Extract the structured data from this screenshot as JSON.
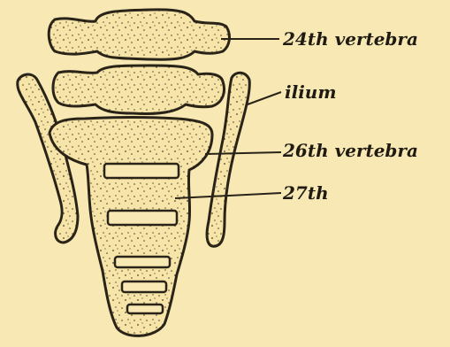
{
  "labels": {
    "vertebra_24": "24th vertebra",
    "ilium": "ilium",
    "vertebra_26": "26th vertebra",
    "vertebra_27": "27th"
  },
  "colors": {
    "background": "#f7e8b4",
    "bone_fill": "#f6e4a8",
    "ink": "#2a2418"
  }
}
